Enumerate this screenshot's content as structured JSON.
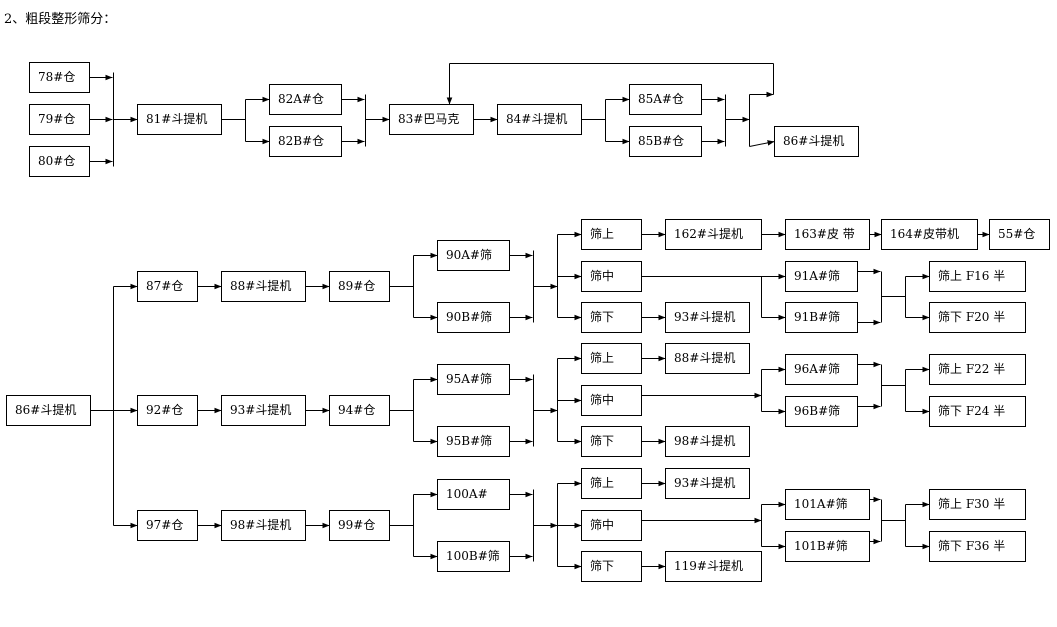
{
  "heading": "2、粗段整形筛分：",
  "nodes": {
    "n78": "78#仓",
    "n79": "79#仓",
    "n80": "80#仓",
    "n81": "81#斗提机",
    "n82a": "82A#仓",
    "n82b": "82B#仓",
    "n83": "83#巴马克",
    "n84": "84#斗提机",
    "n85a": "85A#仓",
    "n85b": "85B#仓",
    "n86top": "86#斗提机",
    "n86": "86#斗提机",
    "n87": "87#仓",
    "n88": "88#斗提机",
    "n89": "89#仓",
    "n90a": "90A#筛",
    "n90b": "90B#筛",
    "r1up": "筛上",
    "r1mid": "筛中",
    "r1down": "筛下",
    "n162": "162#斗提机",
    "n163": "163#皮 带",
    "n164": "164#皮带机",
    "n55": "55#仓",
    "n93r1": "93#斗提机",
    "n91a": "91A#筛",
    "n91b": "91B#筛",
    "f16": "筛上 F16 半",
    "f20": "筛下 F20 半",
    "n92": "92#仓",
    "n93": "93#斗提机",
    "n94": "94#仓",
    "n95a": "95A#筛",
    "n95b": "95B#筛",
    "r2up": "筛上",
    "r2mid": "筛中",
    "r2down": "筛下",
    "n88r2": "88#斗提机",
    "n98r2": "98#斗提机",
    "n96a": "96A#筛",
    "n96b": "96B#筛",
    "f22": "筛上 F22 半",
    "f24": "筛下 F24 半",
    "n97": "97#仓",
    "n98": "98#斗提机",
    "n99": "99#仓",
    "n100a": "100A#",
    "n100b": "100B#筛",
    "r3up": "筛上",
    "r3mid": "筛中",
    "r3down": "筛下",
    "n93r3": "93#斗提机",
    "n119": "119#斗提机",
    "n101a": "101A#筛",
    "n101b": "101B#筛",
    "f30": "筛上 F30 半",
    "f36": "筛下 F36 半"
  }
}
